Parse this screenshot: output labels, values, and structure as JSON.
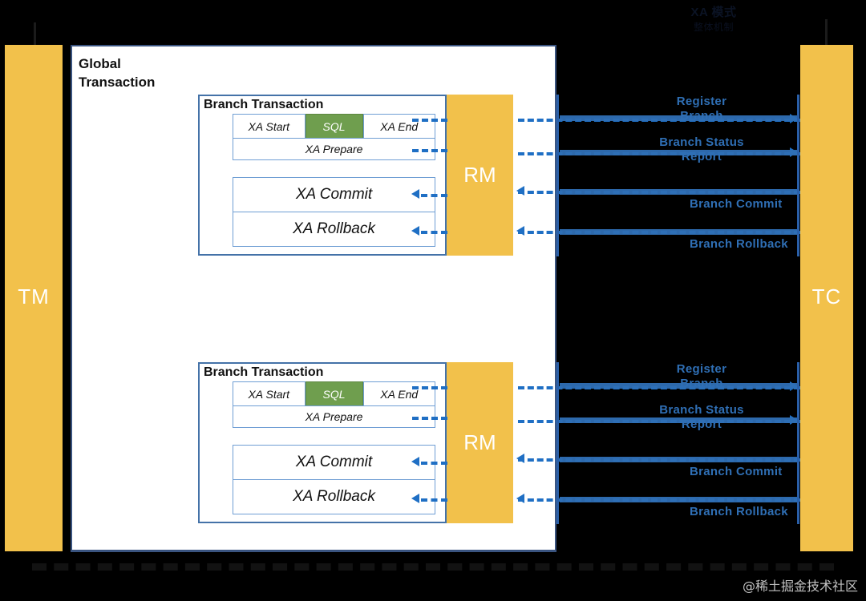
{
  "header": {
    "title_line1": "XA 模式",
    "title_line2": "整体机制"
  },
  "actors": {
    "tm": "TM",
    "tc": "TC",
    "rm": "RM"
  },
  "panel": {
    "global_title_line1": "Global",
    "global_title_line2": "Transaction"
  },
  "branches": [
    {
      "title": "Branch Transaction",
      "steps": [
        "XA Start",
        "SQL",
        "XA End"
      ],
      "prepare": "XA Prepare",
      "commit": "XA Commit",
      "rollback": "XA Rollback"
    },
    {
      "title": "Branch Transaction",
      "steps": [
        "XA Start",
        "SQL",
        "XA End"
      ],
      "prepare": "XA Prepare",
      "commit": "XA Commit",
      "rollback": "XA Rollback"
    }
  ],
  "messages_top": [
    {
      "line1": "Register",
      "line2": "Branch"
    },
    {
      "line1": "Branch Status",
      "line2": "Report"
    },
    {
      "line1": "Branch Commit",
      "line2": ""
    },
    {
      "line1": "Branch Rollback",
      "line2": ""
    }
  ],
  "messages_bottom": [
    {
      "line1": "Register",
      "line2": "Branch"
    },
    {
      "line1": "Branch Status",
      "line2": "Report"
    },
    {
      "line1": "Branch Commit",
      "line2": ""
    },
    {
      "line1": "Branch Rollback",
      "line2": ""
    }
  ],
  "watermark": "@稀土掘金技术社区",
  "colors": {
    "amber": "#f2c14b",
    "blue": "#2f6fb5",
    "dash_blue": "#1f6fc4",
    "box_border": "#6f9ed4",
    "panel_border": "#3a5480",
    "sql_green": "#6f9e4e",
    "background": "#000000"
  }
}
